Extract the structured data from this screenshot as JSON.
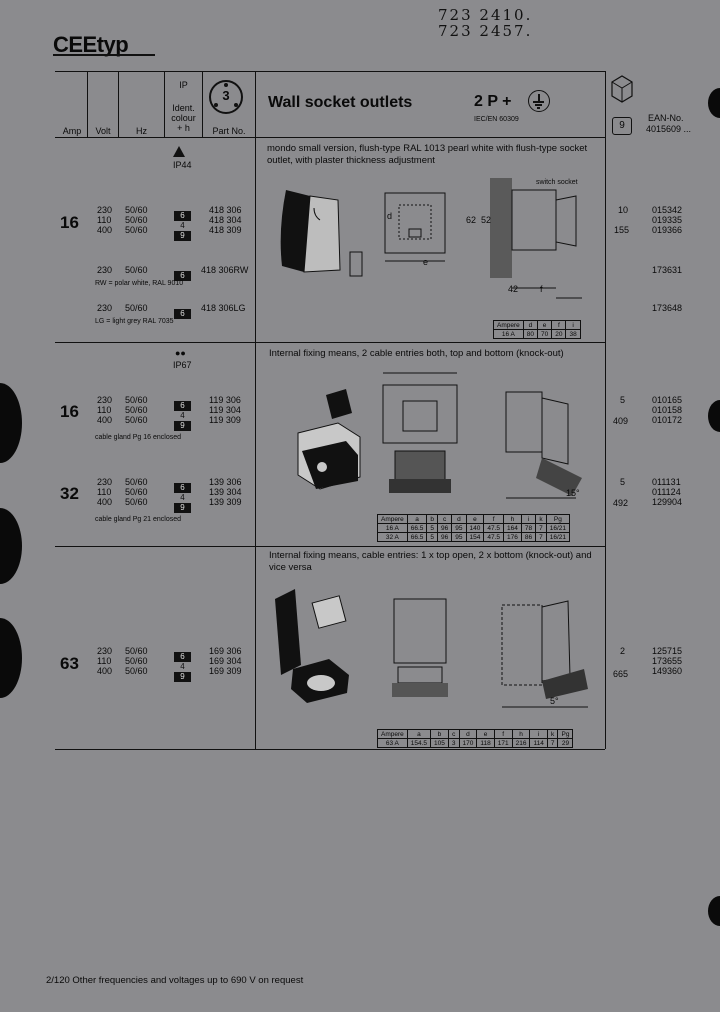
{
  "handwritten": [
    "723 2410.",
    "723 2457."
  ],
  "brand": "CEEtyp",
  "header": {
    "ip": "IP",
    "ident": "Ident.\ncolour\n+ h",
    "part_no": "Part No.",
    "amp": "Amp",
    "volt": "Volt",
    "hz": "Hz",
    "socket_pins": "3",
    "title": "Wall socket outlets",
    "poles": "2 P +",
    "standard": "IEC/EN 60309",
    "pack_qty": "9",
    "ean_label": "EAN-No.",
    "ean_prefix": "4015609 ..."
  },
  "sections": [
    {
      "ip": "IP44",
      "description": "mondo  small version, flush-type RAL 1013 pearl white with flush-type socket outlet, with plaster thickness adjustment",
      "amp": "16",
      "rows": [
        {
          "volt": "230",
          "hz": "50/60",
          "colour": "6",
          "part": "418 306",
          "pack": "10",
          "ean": "015342"
        },
        {
          "volt": "110",
          "hz": "50/60",
          "colour": "4",
          "part": "418 304",
          "pack": "155",
          "ean": "019335"
        },
        {
          "volt": "400",
          "hz": "50/60",
          "colour": "9",
          "part": "418 309",
          "pack": "",
          "ean": "019366"
        }
      ],
      "extra": [
        {
          "volt": "230",
          "hz": "50/60",
          "colour": "6",
          "part": "418 306RW",
          "ean": "173631",
          "note": "RW = polar white, RAL 9010"
        },
        {
          "volt": "230",
          "hz": "50/60",
          "colour": "6",
          "part": "418 306LG",
          "ean": "173648",
          "note": "LG = light grey RAL 7035"
        }
      ],
      "drawing_labels": {
        "switch_socket": "switch socket",
        "d62": "62",
        "d52": "52",
        "d42": "42",
        "d": "d",
        "e": "e",
        "f": "f"
      },
      "dims": {
        "head": [
          "Ampere",
          "d",
          "e",
          "f",
          "i"
        ],
        "row": [
          "16 A",
          "80",
          "70",
          "20",
          "38"
        ]
      }
    },
    {
      "ip": "IP67",
      "description": "Internal fixing means, 2 cable entries both, top and bottom (knock-out)",
      "groups": [
        {
          "amp": "16",
          "rows": [
            {
              "volt": "230",
              "hz": "50/60",
              "colour": "6",
              "part": "119 306",
              "pack": "5",
              "ean": "010165"
            },
            {
              "volt": "110",
              "hz": "50/60",
              "colour": "4",
              "part": "119 304",
              "pack": "409",
              "ean": "010158"
            },
            {
              "volt": "400",
              "hz": "50/60",
              "colour": "9",
              "part": "119 309",
              "pack": "",
              "ean": "010172"
            }
          ],
          "note": "cable gland Pg 16 enclosed"
        },
        {
          "amp": "32",
          "rows": [
            {
              "volt": "230",
              "hz": "50/60",
              "colour": "6",
              "part": "139 306",
              "pack": "5",
              "ean": "011131"
            },
            {
              "volt": "110",
              "hz": "50/60",
              "colour": "4",
              "part": "139 304",
              "pack": "492",
              "ean": "011124"
            },
            {
              "volt": "400",
              "hz": "50/60",
              "colour": "9",
              "part": "139 309",
              "pack": "",
              "ean": "129904"
            }
          ],
          "note": "cable gland Pg 21 enclosed"
        }
      ],
      "angle": "15°",
      "dims": {
        "head": [
          "Ampere",
          "a",
          "b",
          "c",
          "d",
          "e",
          "f",
          "h",
          "i",
          "k",
          "Pg"
        ],
        "rows": [
          [
            "16 A",
            "66.5",
            "5",
            "96",
            "95",
            "140",
            "47.5",
            "164",
            "78",
            "7",
            "16/21"
          ],
          [
            "32 A",
            "66.5",
            "5",
            "96",
            "95",
            "154",
            "47.5",
            "176",
            "86",
            "7",
            "16/21"
          ]
        ]
      }
    },
    {
      "ip": "",
      "description": "Internal fixing means, cable entries: 1 x top open, 2 x bottom (knock-out) and vice versa",
      "amp": "63",
      "rows": [
        {
          "volt": "230",
          "hz": "50/60",
          "colour": "6",
          "part": "169 306",
          "pack": "2",
          "ean": "125715"
        },
        {
          "volt": "110",
          "hz": "50/60",
          "colour": "4",
          "part": "169 304",
          "pack": "665",
          "ean": "173655"
        },
        {
          "volt": "400",
          "hz": "50/60",
          "colour": "9",
          "part": "169 309",
          "pack": "",
          "ean": "149360"
        }
      ],
      "angle": "5°",
      "dims": {
        "head": [
          "Ampere",
          "a",
          "b",
          "c",
          "d",
          "e",
          "f",
          "h",
          "i",
          "k",
          "Pg"
        ],
        "row": [
          "63 A",
          "154.5",
          "105",
          "3",
          "170",
          "118",
          "171",
          "216",
          "114",
          "7",
          "29"
        ]
      }
    }
  ],
  "footer": "2/120  Other frequencies and voltages up to 690 V on request"
}
